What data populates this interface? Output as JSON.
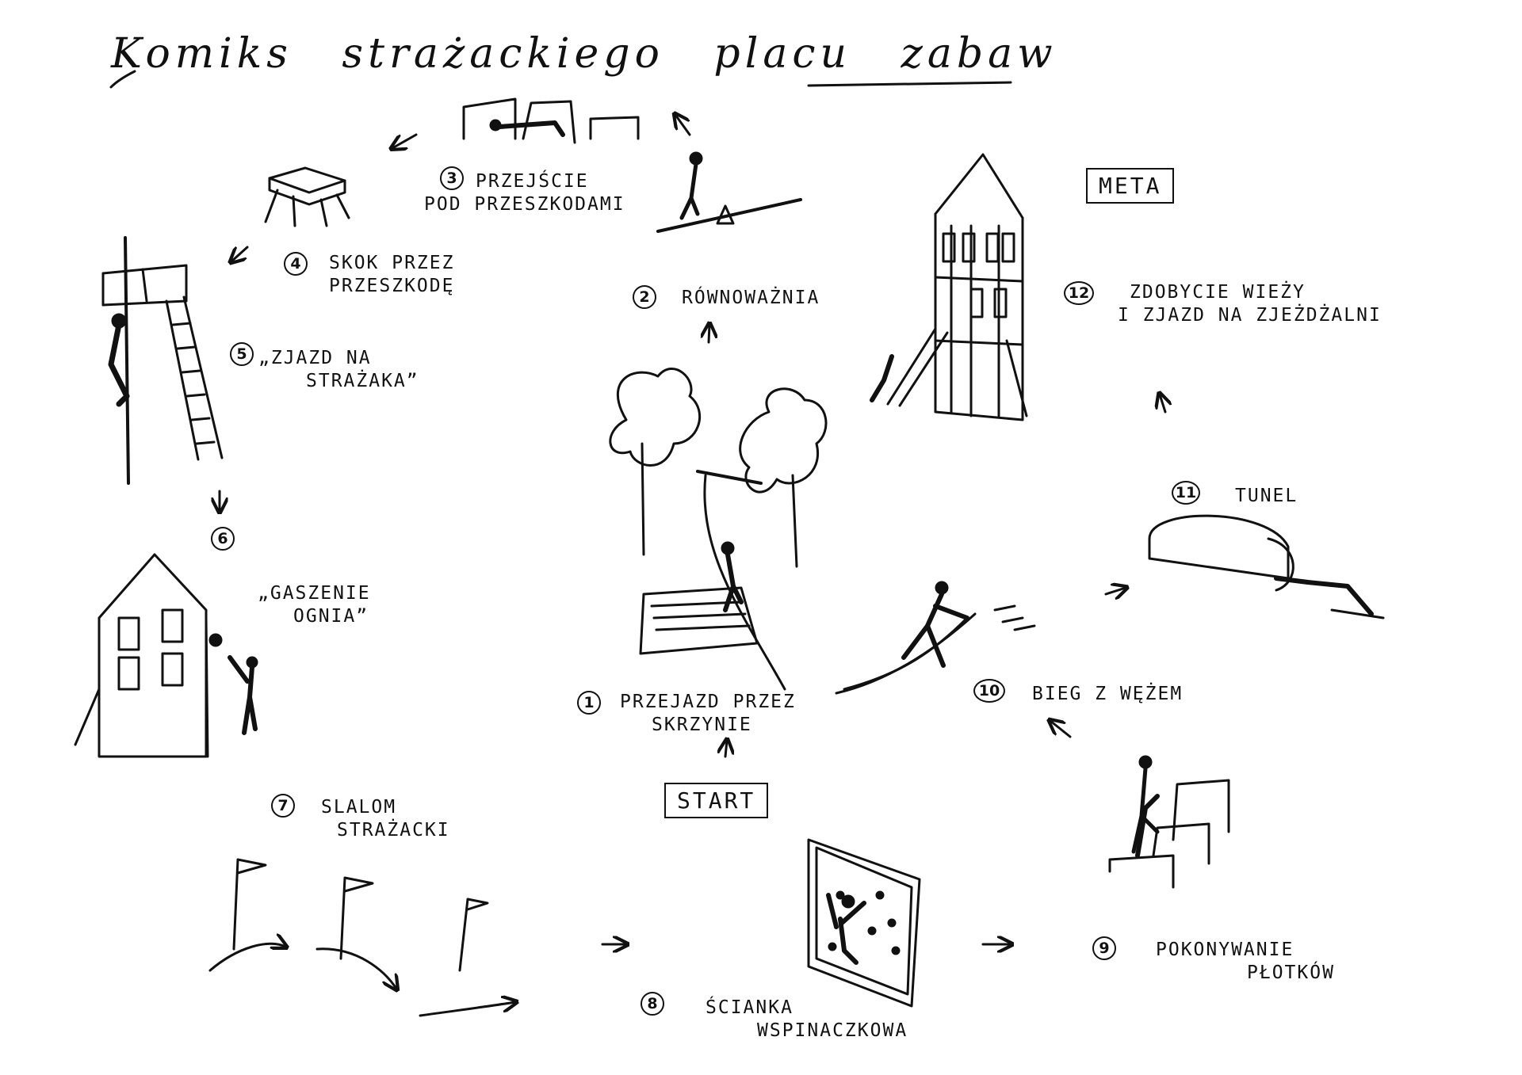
{
  "title": "Komiks strażackiego placu zabaw",
  "start_label": "START",
  "finish_label": "META",
  "stations": [
    {
      "num": "1",
      "line1": "PRZEJAZD PRZEZ",
      "line2": "SKRZYNIE"
    },
    {
      "num": "2",
      "line1": "RÓWNOWAŻNIA",
      "line2": ""
    },
    {
      "num": "3",
      "line1": "PRZEJŚCIE",
      "line2": "POD PRZESZKODAMI"
    },
    {
      "num": "4",
      "line1": "SKOK PRZEZ",
      "line2": "PRZESZKODĘ"
    },
    {
      "num": "5",
      "line1": "„ZJAZD NA",
      "line2": "STRAŻAKA”"
    },
    {
      "num": "6",
      "line1": "„GASZENIE",
      "line2": "OGNIA”"
    },
    {
      "num": "7",
      "line1": "SLALOM",
      "line2": "STRAŻACKI"
    },
    {
      "num": "8",
      "line1": "ŚCIANKA",
      "line2": "WSPINACZKOWA"
    },
    {
      "num": "9",
      "line1": "POKONYWANIE",
      "line2": "PŁOTKÓW"
    },
    {
      "num": "10",
      "line1": "BIEG Z WĘŻEM",
      "line2": ""
    },
    {
      "num": "11",
      "line1": "TUNEL",
      "line2": ""
    },
    {
      "num": "12",
      "line1": "ZDOBYCIE WIEŻY",
      "line2": "I ZJAZD NA ZJEŻDŻALNI"
    }
  ]
}
